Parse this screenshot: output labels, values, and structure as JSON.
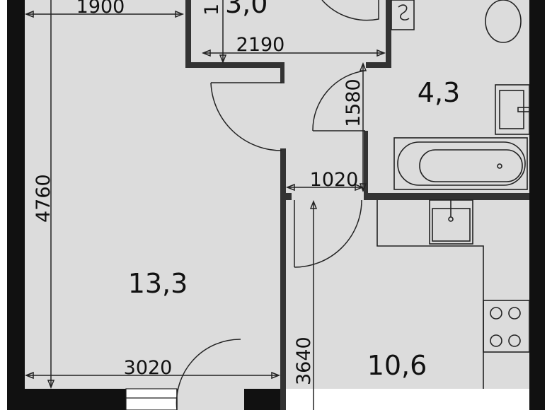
{
  "plan": {
    "rooms": [
      {
        "id": "closet",
        "area": "3,0"
      },
      {
        "id": "bathroom",
        "area": "4,3"
      },
      {
        "id": "living-room",
        "area": "13,3"
      },
      {
        "id": "kitchen",
        "area": "10,6"
      }
    ],
    "dimensions": {
      "top_left_width": "1900",
      "closet_width": "2190",
      "closet_height_partial": "1",
      "bathroom_depth": "1580",
      "corridor_width": "1020",
      "living_length": "4760",
      "living_width": "3020",
      "kitchen_length": "3640"
    },
    "colors": {
      "floor": "#dcdcdc",
      "wall": "#111111",
      "background": "#ffffff"
    }
  }
}
